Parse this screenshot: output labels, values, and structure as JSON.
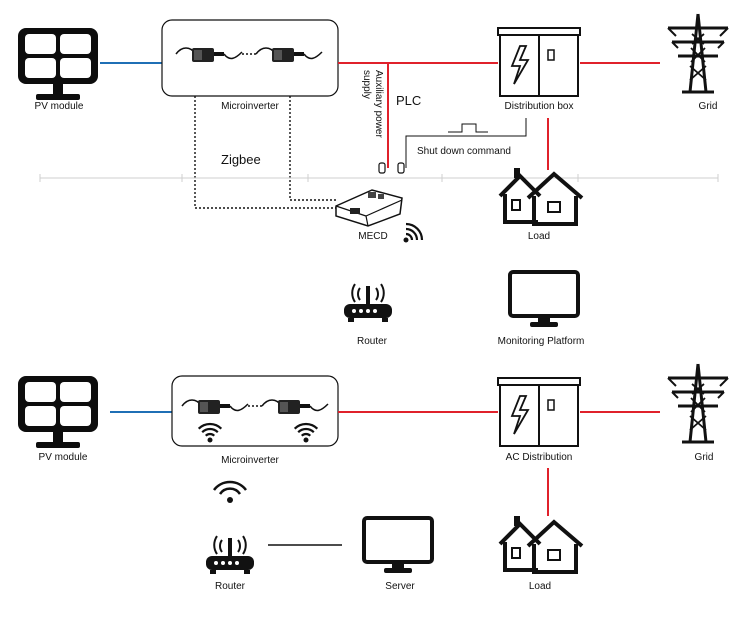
{
  "colors": {
    "ac_line": "#e0212b",
    "dc_line": "#1f6fb5",
    "wire": "#111111",
    "divider": "#cfcfcf"
  },
  "top": {
    "pv_module": "PV module",
    "microinverter": "Microinverter",
    "distribution_box": "Distribution box",
    "grid": "Grid",
    "zigbee": "Zigbee",
    "plc": "PLC",
    "auxiliary_power_supply": [
      "Auxiliary power",
      "supply"
    ],
    "shut_down_command": "Shut down command",
    "mecd": "MECD",
    "load": "Load",
    "router": "Router",
    "monitoring_platform": "Monitoring Platform"
  },
  "bottom": {
    "pv_module": "PV module",
    "microinverter": "Microinverter",
    "ac_distribution": "AC Distribution",
    "grid": "Grid",
    "router": "Router",
    "server": "Server",
    "load": "Load"
  },
  "icons": [
    "solar-panel-icon",
    "microinverter-icon",
    "distribution-box-icon",
    "transmission-tower-icon",
    "house-icon",
    "wifi-icon",
    "router-icon",
    "monitor-icon",
    "mecd-device-icon"
  ]
}
